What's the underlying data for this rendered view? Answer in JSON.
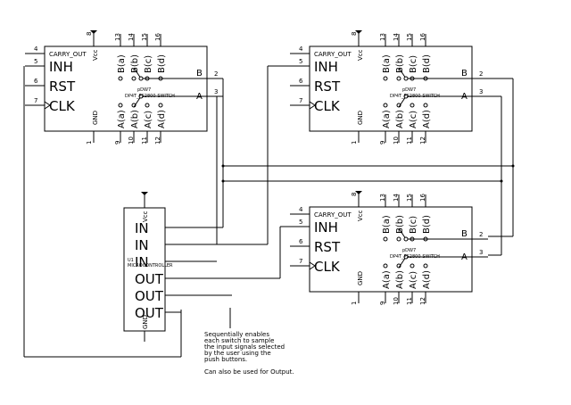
{
  "chips": [
    {
      "id": "top-left",
      "refdes": "pDW7",
      "value": "DP4T_PS2800-SWITCH",
      "carry_out": "CARRY_OUT",
      "inh": "INH",
      "rst": "RST",
      "clk": "CLK",
      "vcc": "Vcc",
      "gnd": "GND",
      "pin_carry": "4",
      "pin_inh": "5",
      "pin_rst": "6",
      "pin_clk": "7",
      "pin_vcc": "8",
      "pin_gnd": "1",
      "pin_b": "2",
      "pin_a": "3",
      "label_b": "B",
      "label_a": "A",
      "top_pins": [
        "13",
        "14",
        "15",
        "16"
      ],
      "top_labels": [
        "B(a)",
        "B(b)",
        "B(c)",
        "B(d)"
      ],
      "bottom_pins": [
        "9",
        "10",
        "11",
        "12"
      ],
      "bottom_labels": [
        "A(a)",
        "A(b)",
        "A(c)",
        "A(d)"
      ]
    },
    {
      "id": "top-right",
      "refdes": "pDW7",
      "value": "DP4T_PS2800-SWITCH",
      "carry_out": "CARRY_OUT",
      "inh": "INH",
      "rst": "RST",
      "clk": "CLK",
      "vcc": "Vcc",
      "gnd": "GND",
      "pin_carry": "4",
      "pin_inh": "5",
      "pin_rst": "6",
      "pin_clk": "7",
      "pin_vcc": "8",
      "pin_gnd": "1",
      "pin_b": "2",
      "pin_a": "3",
      "label_b": "B",
      "label_a": "A",
      "top_pins": [
        "13",
        "14",
        "15",
        "16"
      ],
      "top_labels": [
        "B(a)",
        "B(b)",
        "B(c)",
        "B(d)"
      ],
      "bottom_pins": [
        "9",
        "10",
        "11",
        "12"
      ],
      "bottom_labels": [
        "A(a)",
        "A(b)",
        "A(c)",
        "A(d)"
      ]
    },
    {
      "id": "bottom-right",
      "refdes": "pDW7",
      "value": "DP4T_PS2800-SWITCH",
      "carry_out": "CARRY_OUT",
      "inh": "INH",
      "rst": "RST",
      "clk": "CLK",
      "vcc": "Vcc",
      "gnd": "GND",
      "pin_carry": "4",
      "pin_inh": "5",
      "pin_rst": "6",
      "pin_clk": "7",
      "pin_vcc": "8",
      "pin_gnd": "1",
      "pin_b": "2",
      "pin_a": "3",
      "label_b": "B",
      "label_a": "A",
      "top_pins": [
        "13",
        "14",
        "15",
        "16"
      ],
      "top_labels": [
        "B(a)",
        "B(b)",
        "B(c)",
        "B(d)"
      ],
      "bottom_pins": [
        "9",
        "10",
        "11",
        "12"
      ],
      "bottom_labels": [
        "A(a)",
        "A(b)",
        "A(c)",
        "A(d)"
      ]
    }
  ],
  "mcu": {
    "refdes": "U1",
    "value": "MICROCONTROLLER",
    "vcc": "Vcc",
    "gnd": "GND",
    "ports": [
      "IN",
      "IN",
      "IN",
      "OUT",
      "OUT",
      "OUT"
    ]
  },
  "note": {
    "lines": [
      "Sequentially enables",
      "each switch to sample",
      "the input signals selected",
      "by the user using the",
      "push buttons.",
      "",
      "Can also be used for Output."
    ]
  }
}
